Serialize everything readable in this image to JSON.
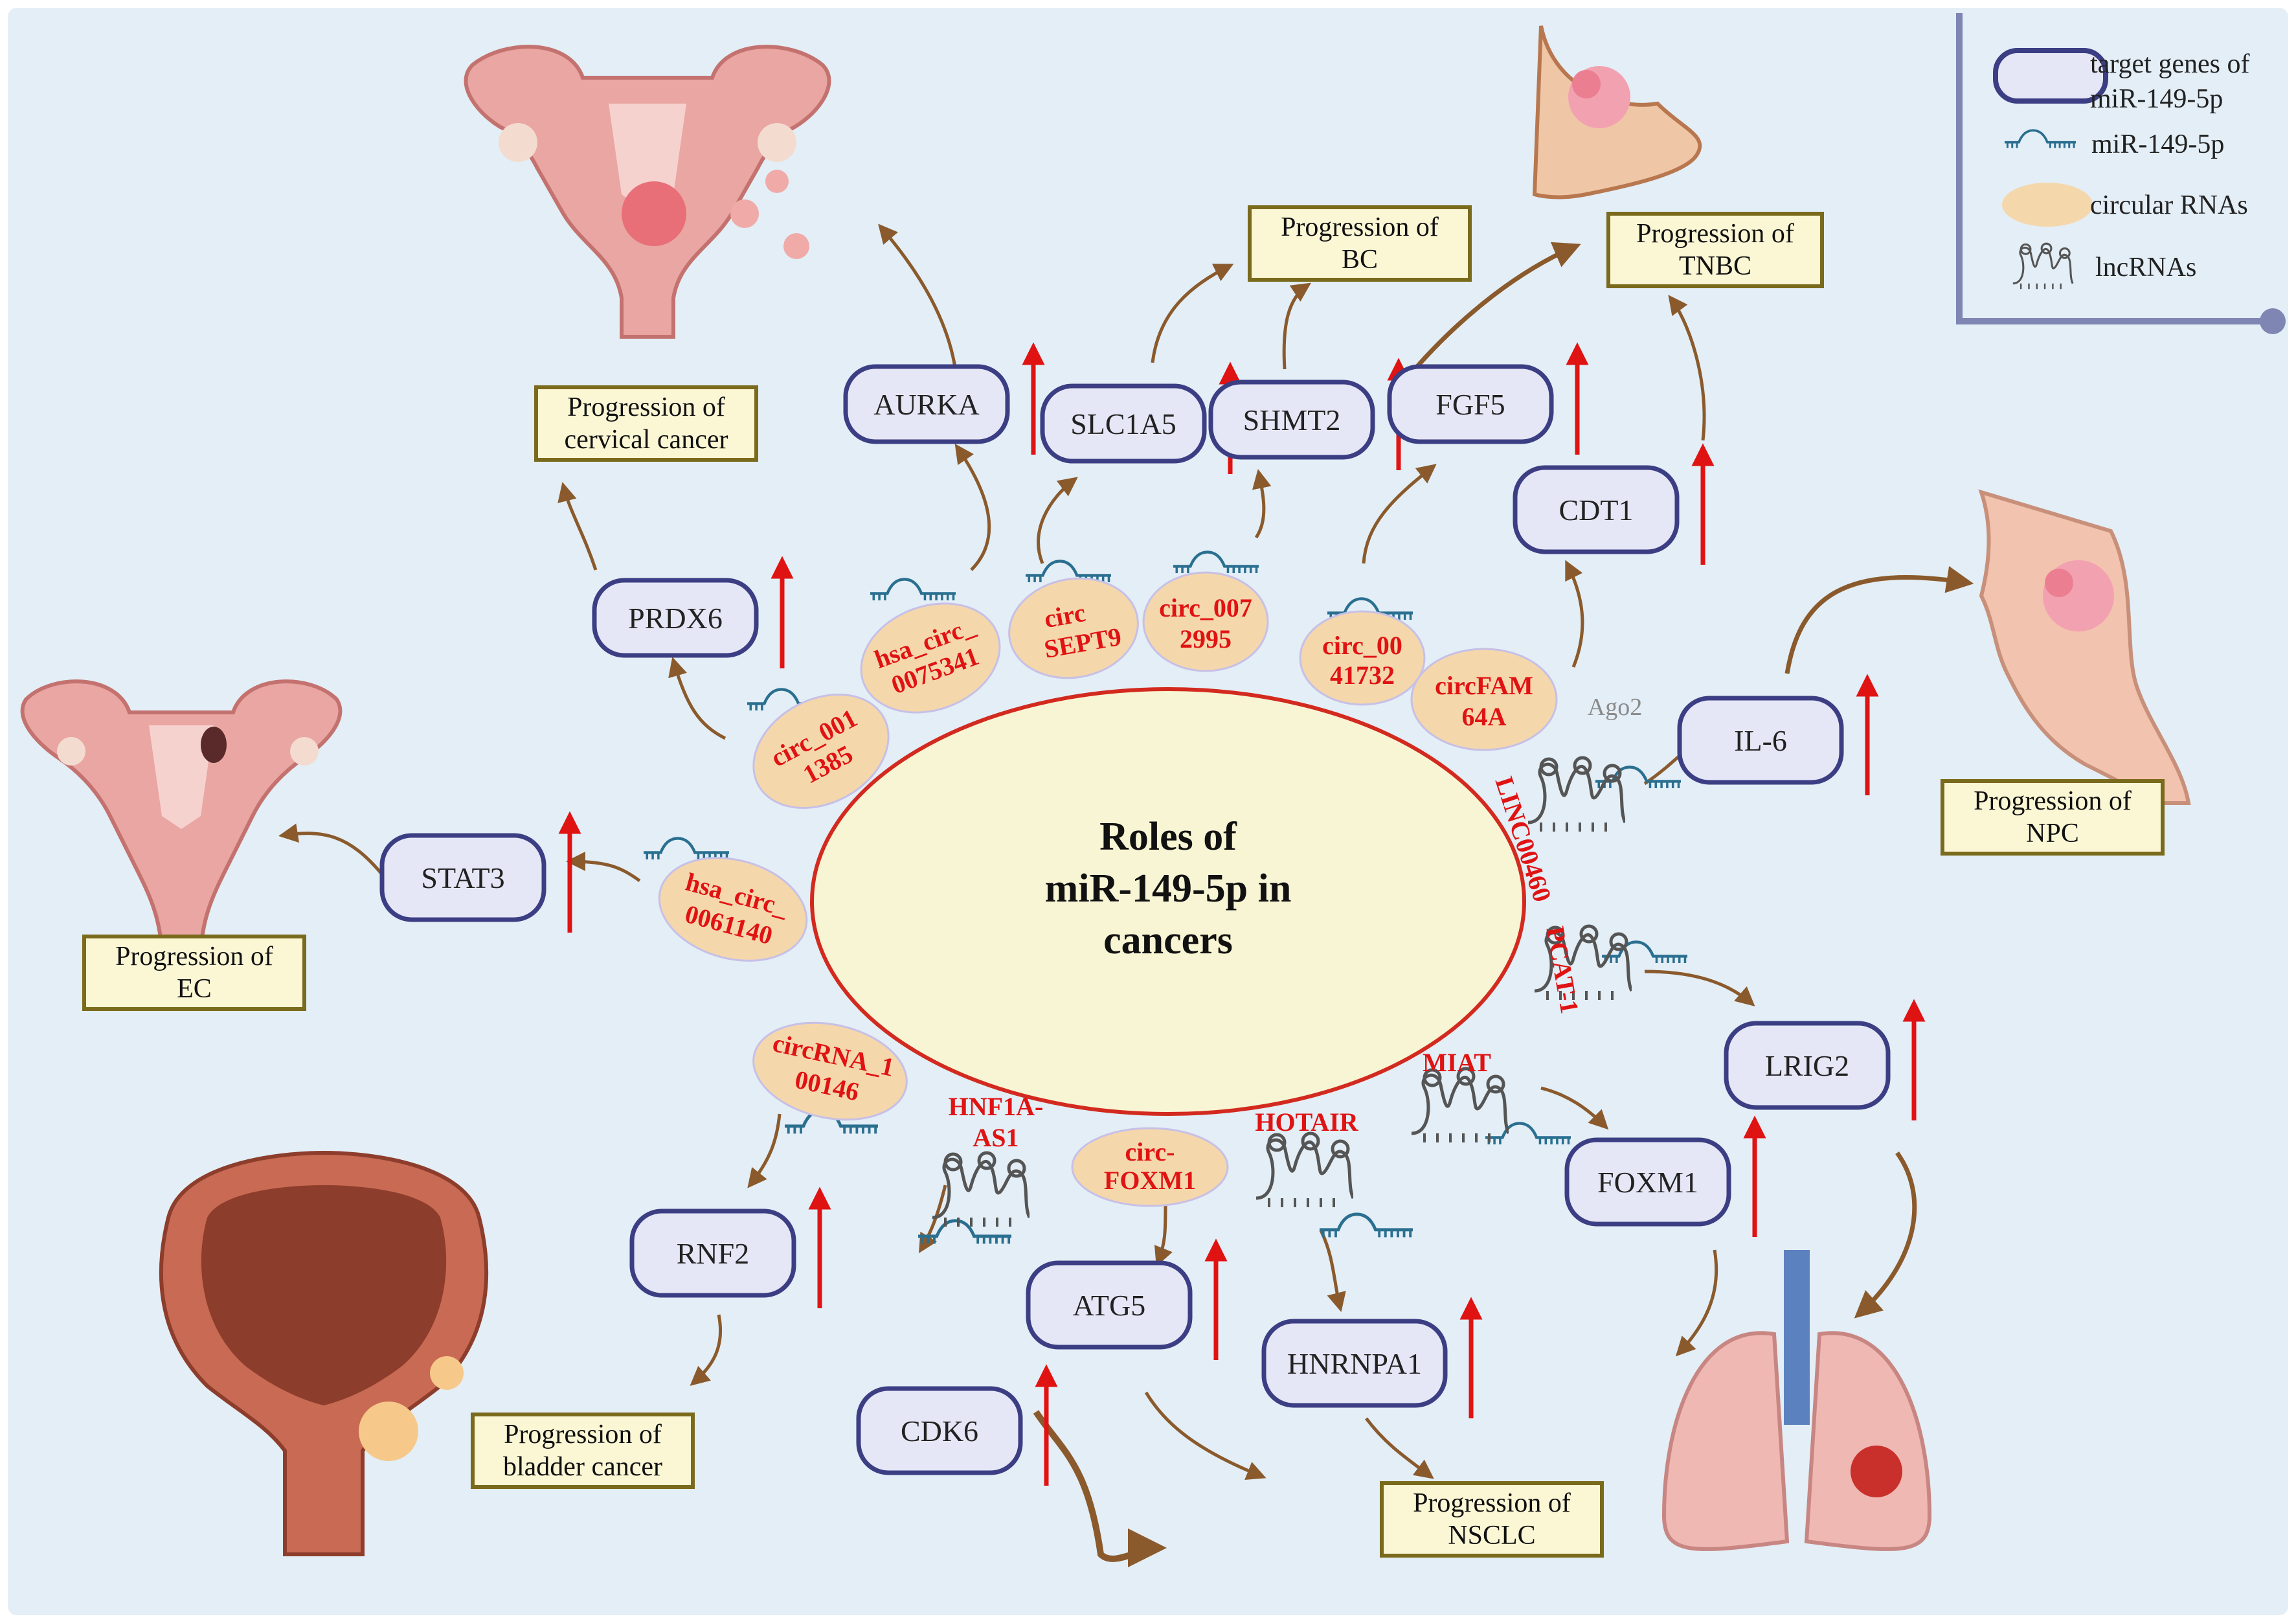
{
  "center": {
    "lines": [
      "Roles of",
      "miR-149-5p in",
      "cancers"
    ]
  },
  "legend": [
    {
      "id": "target",
      "lines": [
        "target genes of",
        "miR-149-5p"
      ]
    },
    {
      "id": "mirna",
      "lines": [
        "miR-149-5p"
      ]
    },
    {
      "id": "circ",
      "lines": [
        "circular RNAs"
      ]
    },
    {
      "id": "lnc",
      "lines": [
        "lncRNAs"
      ]
    }
  ],
  "ago2": "Ago2",
  "circ_rnas": [
    {
      "id": "c1",
      "lines": [
        "hsa_circ_",
        "0075341"
      ]
    },
    {
      "id": "c2",
      "lines": [
        "circ",
        "SEPT9"
      ]
    },
    {
      "id": "c3",
      "lines": [
        "circ_007",
        "2995"
      ]
    },
    {
      "id": "c4",
      "lines": [
        "circ_00",
        "41732"
      ]
    },
    {
      "id": "c5",
      "lines": [
        "circFAM",
        "64A"
      ]
    },
    {
      "id": "c6",
      "lines": [
        "circ_001",
        "1385"
      ]
    },
    {
      "id": "c7",
      "lines": [
        "hsa_circ_",
        "0061140"
      ]
    },
    {
      "id": "c8",
      "lines": [
        "circRNA_1",
        "00146"
      ]
    },
    {
      "id": "c9",
      "lines": [
        "circ-",
        "FOXM1"
      ]
    }
  ],
  "lnc_rnas": [
    {
      "id": "l1",
      "lines": [
        "LINC00460"
      ]
    },
    {
      "id": "l2",
      "lines": [
        "PCAT-1"
      ]
    },
    {
      "id": "l3",
      "lines": [
        "MIAT"
      ]
    },
    {
      "id": "l4",
      "lines": [
        "HOTAIR"
      ]
    },
    {
      "id": "l5",
      "lines": [
        "HNF1A-",
        "AS1"
      ]
    }
  ],
  "genes": [
    {
      "id": "g1",
      "label": "AURKA"
    },
    {
      "id": "g2",
      "label": "SLC1A5"
    },
    {
      "id": "g3",
      "label": "SHMT2"
    },
    {
      "id": "g4",
      "label": "FGF5"
    },
    {
      "id": "g5",
      "label": "CDT1"
    },
    {
      "id": "g6",
      "label": "PRDX6"
    },
    {
      "id": "g7",
      "label": "STAT3"
    },
    {
      "id": "g8",
      "label": "IL-6"
    },
    {
      "id": "g9",
      "label": "LRIG2"
    },
    {
      "id": "g10",
      "label": "FOXM1"
    },
    {
      "id": "g11",
      "label": "RNF2"
    },
    {
      "id": "g12",
      "label": "ATG5"
    },
    {
      "id": "g13",
      "label": "CDK6"
    },
    {
      "id": "g14",
      "label": "HNRNPA1"
    }
  ],
  "outcomes": [
    {
      "id": "o1",
      "lines": [
        "Progression of",
        "cervical cancer"
      ]
    },
    {
      "id": "o2",
      "lines": [
        "Progression of",
        "BC"
      ]
    },
    {
      "id": "o3",
      "lines": [
        "Progression of",
        "TNBC"
      ]
    },
    {
      "id": "o4",
      "lines": [
        "Progression of",
        "EC"
      ]
    },
    {
      "id": "o5",
      "lines": [
        "Progression of",
        "NPC"
      ]
    },
    {
      "id": "o6",
      "lines": [
        "Progression of",
        "bladder cancer"
      ]
    },
    {
      "id": "o7",
      "lines": [
        "Progression of",
        "NSCLC"
      ]
    }
  ],
  "colors": {
    "background": "#e3eef6",
    "ellipse_fill": "#f8f5d4",
    "ellipse_stroke": "#d32a1f",
    "gene_fill": "#e6e7f6",
    "gene_stroke": "#3c3e84",
    "box_fill": "#fbf7d5",
    "box_stroke": "#7a6a1c",
    "circ_fill": "#f5d7ac",
    "red_text": "#e01313",
    "up_arrow": "#e01313",
    "brown_arrow": "#8a5a2c",
    "mirna": "#2a6f90",
    "lnc": "#555555"
  }
}
